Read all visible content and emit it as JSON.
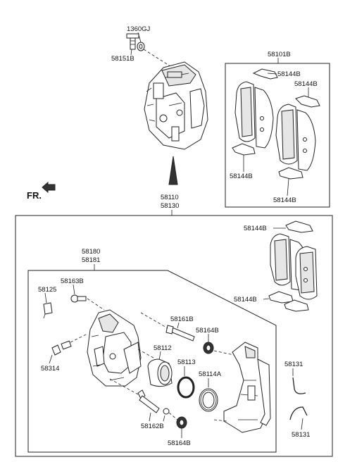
{
  "direction_label": "FR.",
  "labels": {
    "bolt_washer": "1360GJ",
    "guide_bolt_top": "58151B",
    "pad_kit": "58101B",
    "pad_clip_top_1": "58144B",
    "pad_clip_top_2": "58144B",
    "pad_clip_lower_1": "58144B",
    "pad_clip_lower_2": "58144B",
    "assy_1": "58110",
    "assy_2": "58130",
    "pad_clip_right_top": "58144B",
    "pad_clip_right_bottom": "58144B",
    "caliper_1": "58180",
    "caliper_2": "58181",
    "bleeder_cap": "58125",
    "bolt_cap": "58163B",
    "guide_rod_top": "58161B",
    "boot_top": "58164B",
    "piston": "58112",
    "piston_seal": "58113",
    "piston_boot": "58114A",
    "bleeder_screw": "58314",
    "guide_rod_bottom": "58162B",
    "boot_bottom": "58164B",
    "sensor_top": "58131",
    "sensor_bottom": "58131"
  }
}
